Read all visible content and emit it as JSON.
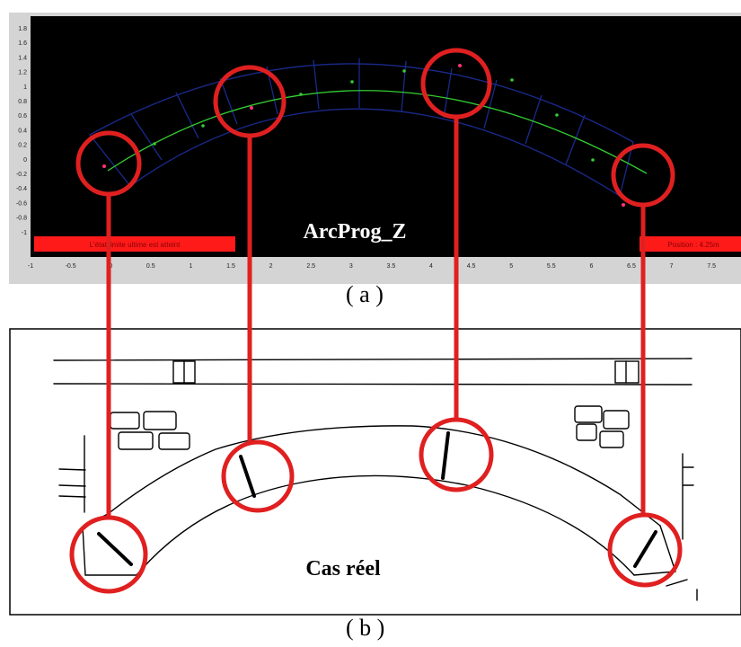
{
  "panel_a": {
    "program_title": "ArcProg_Z",
    "status_left": "L'état limite ultime est atteint",
    "status_right": "Position : 4.25m",
    "x_ticks": [
      "-1",
      "-0.5",
      "0",
      "0.5",
      "1",
      "1.5",
      "2",
      "2.5",
      "3",
      "3.5",
      "4",
      "4.5",
      "5",
      "5.5",
      "6",
      "6.5",
      "7",
      "7.5"
    ],
    "y_ticks": [
      "1.8",
      "1.6",
      "1.4",
      "1.2",
      "1",
      "0.8",
      "0.6",
      "0.4",
      "0.2",
      "0",
      "-0.2",
      "-0.4",
      "-0.6",
      "-0.8",
      "-1"
    ],
    "caption": "( a )",
    "colors": {
      "background": "#000000",
      "arch_outline": "#1a2a8c",
      "thrust_line": "#33cc33",
      "hinge_marker": "#ff3377",
      "status_bar": "#ff1a1a",
      "highlight_circle": "#e02020"
    }
  },
  "panel_b": {
    "label": "Cas réel",
    "caption": "( b )"
  }
}
